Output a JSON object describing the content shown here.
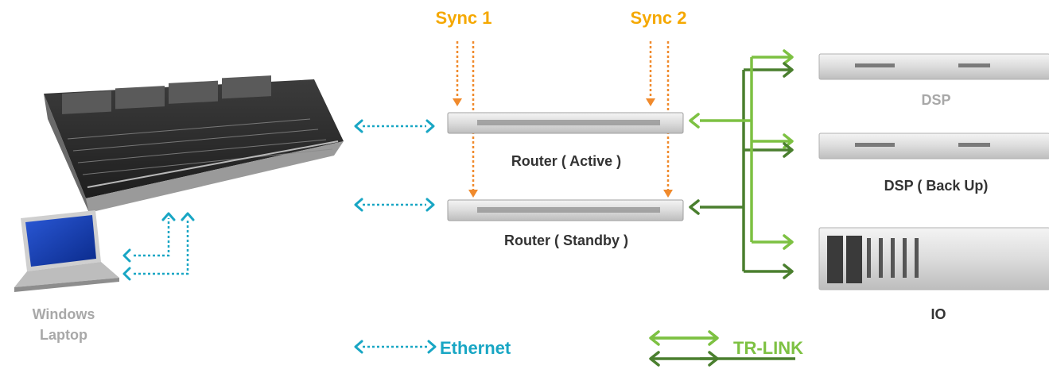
{
  "sync": {
    "sync1": "Sync 1",
    "sync2": "Sync 2"
  },
  "routers": {
    "active": "Router ( Active )",
    "standby": "Router ( Standby )"
  },
  "devices": {
    "dsp": "DSP",
    "dsp_backup": "DSP ( Back Up)",
    "io": "IO"
  },
  "laptop": {
    "line1": "Windows",
    "line2": "Laptop"
  },
  "legend": {
    "ethernet": "Ethernet",
    "trlink": "TR-LINK"
  },
  "colors": {
    "sync": "#f5a800",
    "sync_line": "#f08a2c",
    "ethernet": "#18a6c4",
    "trlink_light": "#7dc142",
    "trlink_dark": "#4a7f2e",
    "muted": "#a8a8a8",
    "text": "#333333"
  }
}
